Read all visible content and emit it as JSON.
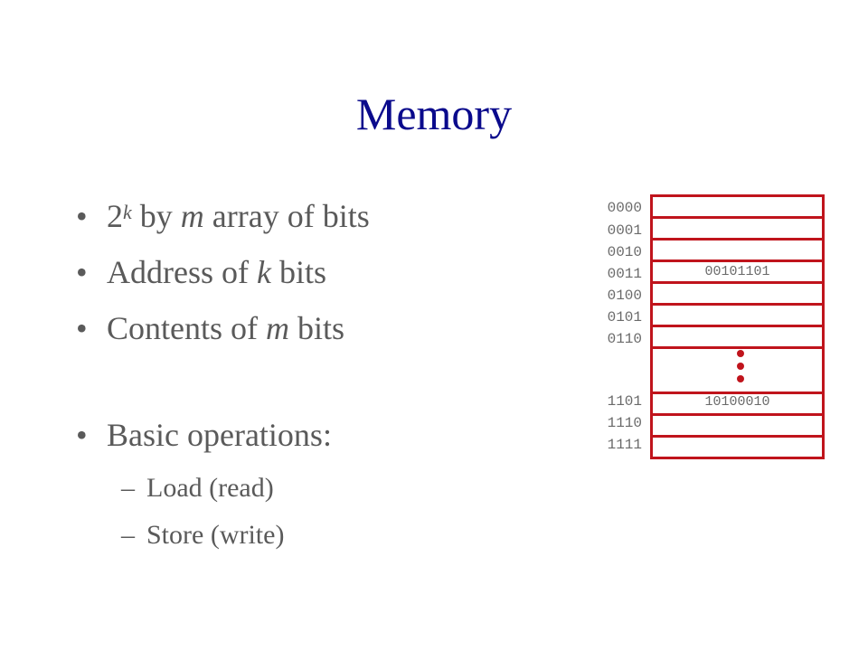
{
  "slide": {
    "title": "Memory",
    "bullets": {
      "b1_base": "2",
      "b1_exp": "k",
      "b1_by": " by ",
      "b1_m": "m",
      "b1_rest": " array of bits",
      "b2_pre": "Address of ",
      "b2_k": "k",
      "b2_rest": " bits",
      "b3_pre": "Contents of ",
      "b3_m": "m",
      "b3_rest": " bits",
      "b4": "Basic operations:",
      "bullet_glyph": "•",
      "dash_glyph": "–"
    },
    "sub_items": [
      "Load (read)",
      "Store (write)"
    ]
  },
  "memory_diagram": {
    "addresses_top": [
      "0000",
      "0001",
      "0010",
      "0011",
      "0100",
      "0101",
      "0110"
    ],
    "addresses_bottom": [
      "1101",
      "1110",
      "1111"
    ],
    "cell_0011": "00101101",
    "cell_1101": "10100010",
    "colors": {
      "border": "#c0141c",
      "title": "#0a0a8c",
      "text": "#5a5a5a"
    }
  }
}
